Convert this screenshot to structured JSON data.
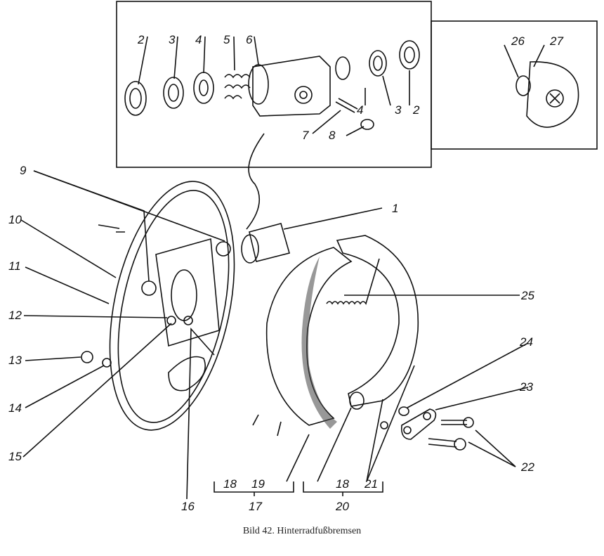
{
  "caption": "Bild 42. Hinterradfußbremsen",
  "labels": {
    "n1": "1",
    "n2a": "2",
    "n3a": "3",
    "n4a": "4",
    "n5": "5",
    "n6": "6",
    "n7": "7",
    "n8": "8",
    "n4b": "4",
    "n3b": "3",
    "n2b": "2",
    "n26": "26",
    "n27": "27",
    "n9": "9",
    "n10": "10",
    "n11": "11",
    "n12": "12",
    "n13": "13",
    "n14": "14",
    "n15": "15",
    "n16": "16",
    "n17": "17",
    "n18a": "18",
    "n19": "19",
    "n18b": "18",
    "n20": "20",
    "n21": "21",
    "n22": "22",
    "n23": "23",
    "n24": "24",
    "n25": "25"
  }
}
